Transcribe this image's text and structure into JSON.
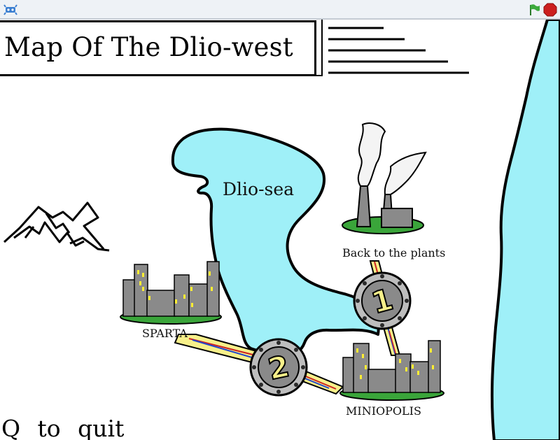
{
  "window": {
    "flag_icon": "green-flag-icon",
    "stop_icon": "stop-icon",
    "logo_icon": "scratch-logo-icon",
    "colors": {
      "flag": "#3caa3c",
      "stop": "#cc1f1f"
    }
  },
  "map": {
    "title": "Map Of The Dlio-west",
    "sea_label": "Dlio-sea",
    "locations": {
      "plants": "Back to the plants",
      "sparta": "SPARTA",
      "miniopolis": "MINIOPOLIS"
    },
    "markers": {
      "one": "1",
      "two": "2"
    },
    "quit_hint": "Q  to  quit",
    "colors": {
      "water": "#9ff0f8",
      "grass": "#3aa53a",
      "building": "#8a8a8a",
      "window": "#ffee33",
      "marker_fill": "#bdbdbd",
      "number": "#f7f08a"
    }
  }
}
